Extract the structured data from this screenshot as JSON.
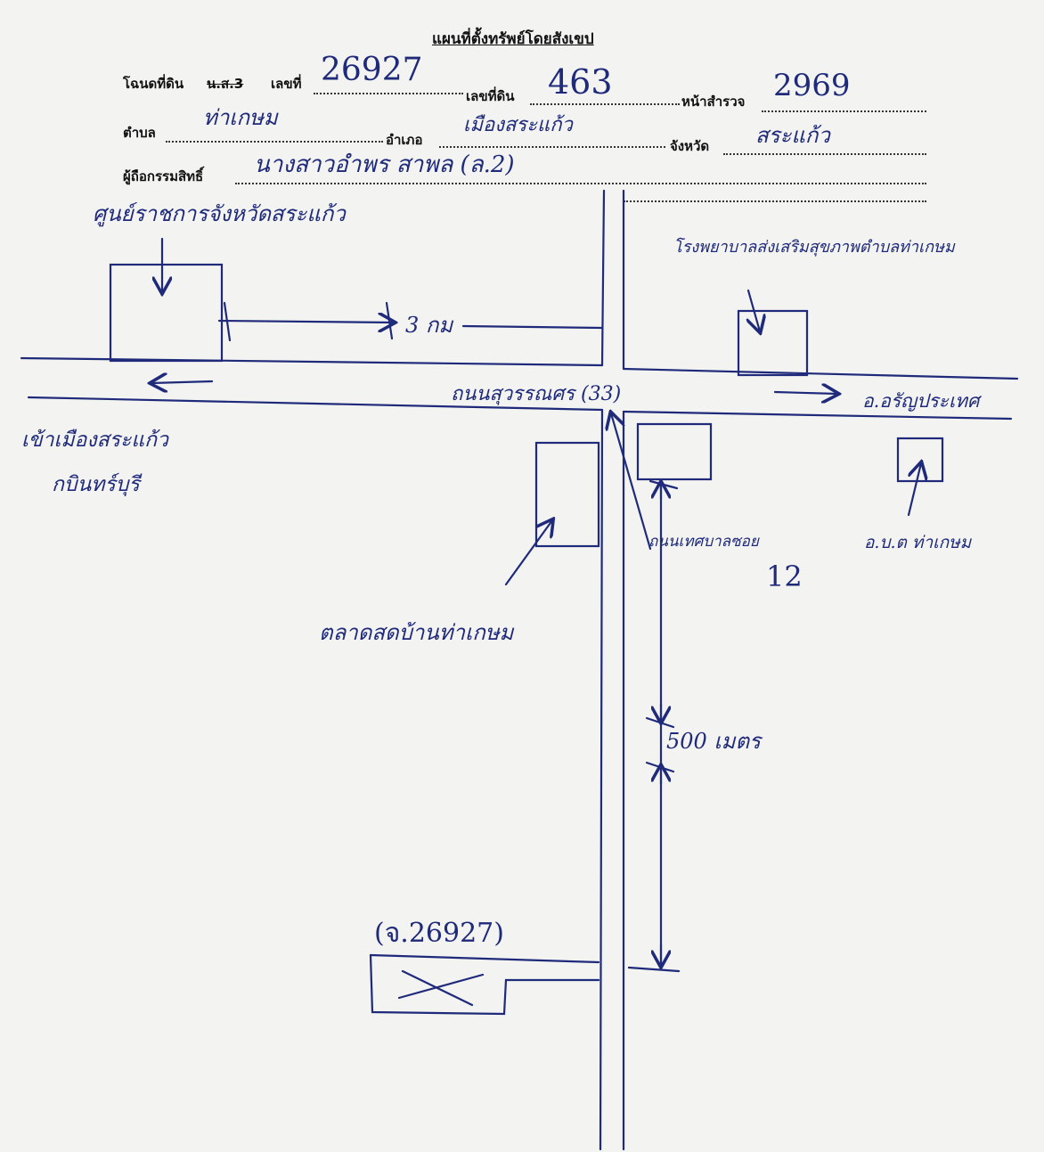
{
  "header": {
    "title": "แผนที่ตั้งทรัพย์โดยสังเขป",
    "deed_label": "โฉนดที่ดิน",
    "struck_label": "น.ส.3",
    "deed_no_label": "เลขที่",
    "land_no_label": "เลขที่ดิน",
    "survey_label": "หน้าสำรวจ",
    "subdistrict_label": "ตำบล",
    "district_label": "อำเภอ",
    "province_label": "จังหวัด",
    "owner_label": "ผู้ถือกรรมสิทธิ์"
  },
  "values": {
    "deed_no": "26927",
    "land_no": "463",
    "survey_no": "2969",
    "subdistrict": "ท่าเกษม",
    "district": "เมืองสระแก้ว",
    "province": "สระแก้ว",
    "owner": "นางสาวอำพร สาพล (ล.2)"
  },
  "map": {
    "bank": "ศูนย์ราชการจังหวัดสระแก้ว",
    "hospital": "โรงพยาบาลส่งเสริมสุขภาพตำบลท่าเกษม",
    "distance_3km": "3 กม",
    "main_road": "ถนนสุวรรณศร (33)",
    "to_aranyaprathet": "อ.อรัญประเทศ",
    "to_sakaeo": "เข้าเมืองสระแก้ว",
    "to_prachin": "กบินทร์บุรี",
    "soi_road": "ถนนเทศบาลซอย",
    "soi_no": "12",
    "tambon_office": "อ.บ.ต ท่าเกษม",
    "market": "ตลาดสดบ้านท่าเกษม",
    "distance_500m": "500 เมตร",
    "plot_label": "(จ.26927)"
  }
}
